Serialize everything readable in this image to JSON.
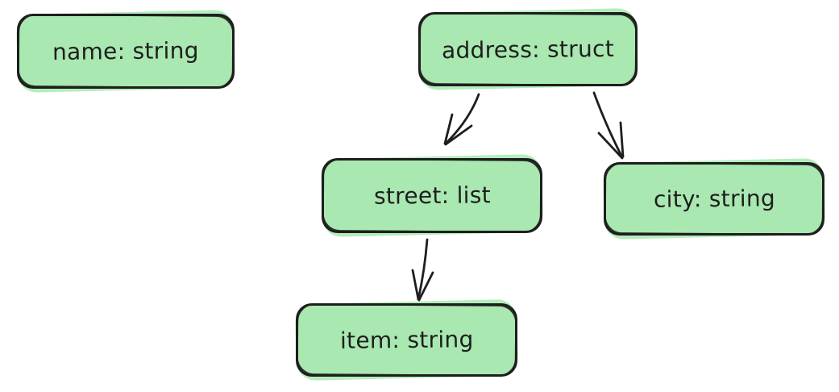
{
  "diagram": {
    "background_color": "#ffffff",
    "node_fill_color": "#a9e8b1",
    "stroke_color": "#1e1e1e",
    "style": "hand-drawn sketch (excalidraw-like)",
    "nodes": [
      {
        "id": "name",
        "label": "name: string"
      },
      {
        "id": "address",
        "label": "address: struct"
      },
      {
        "id": "street",
        "label": "street: list"
      },
      {
        "id": "city",
        "label": "city: string"
      },
      {
        "id": "item",
        "label": "item: string"
      }
    ],
    "edges": [
      {
        "from": "address",
        "to": "street"
      },
      {
        "from": "address",
        "to": "city"
      },
      {
        "from": "street",
        "to": "item"
      }
    ]
  }
}
